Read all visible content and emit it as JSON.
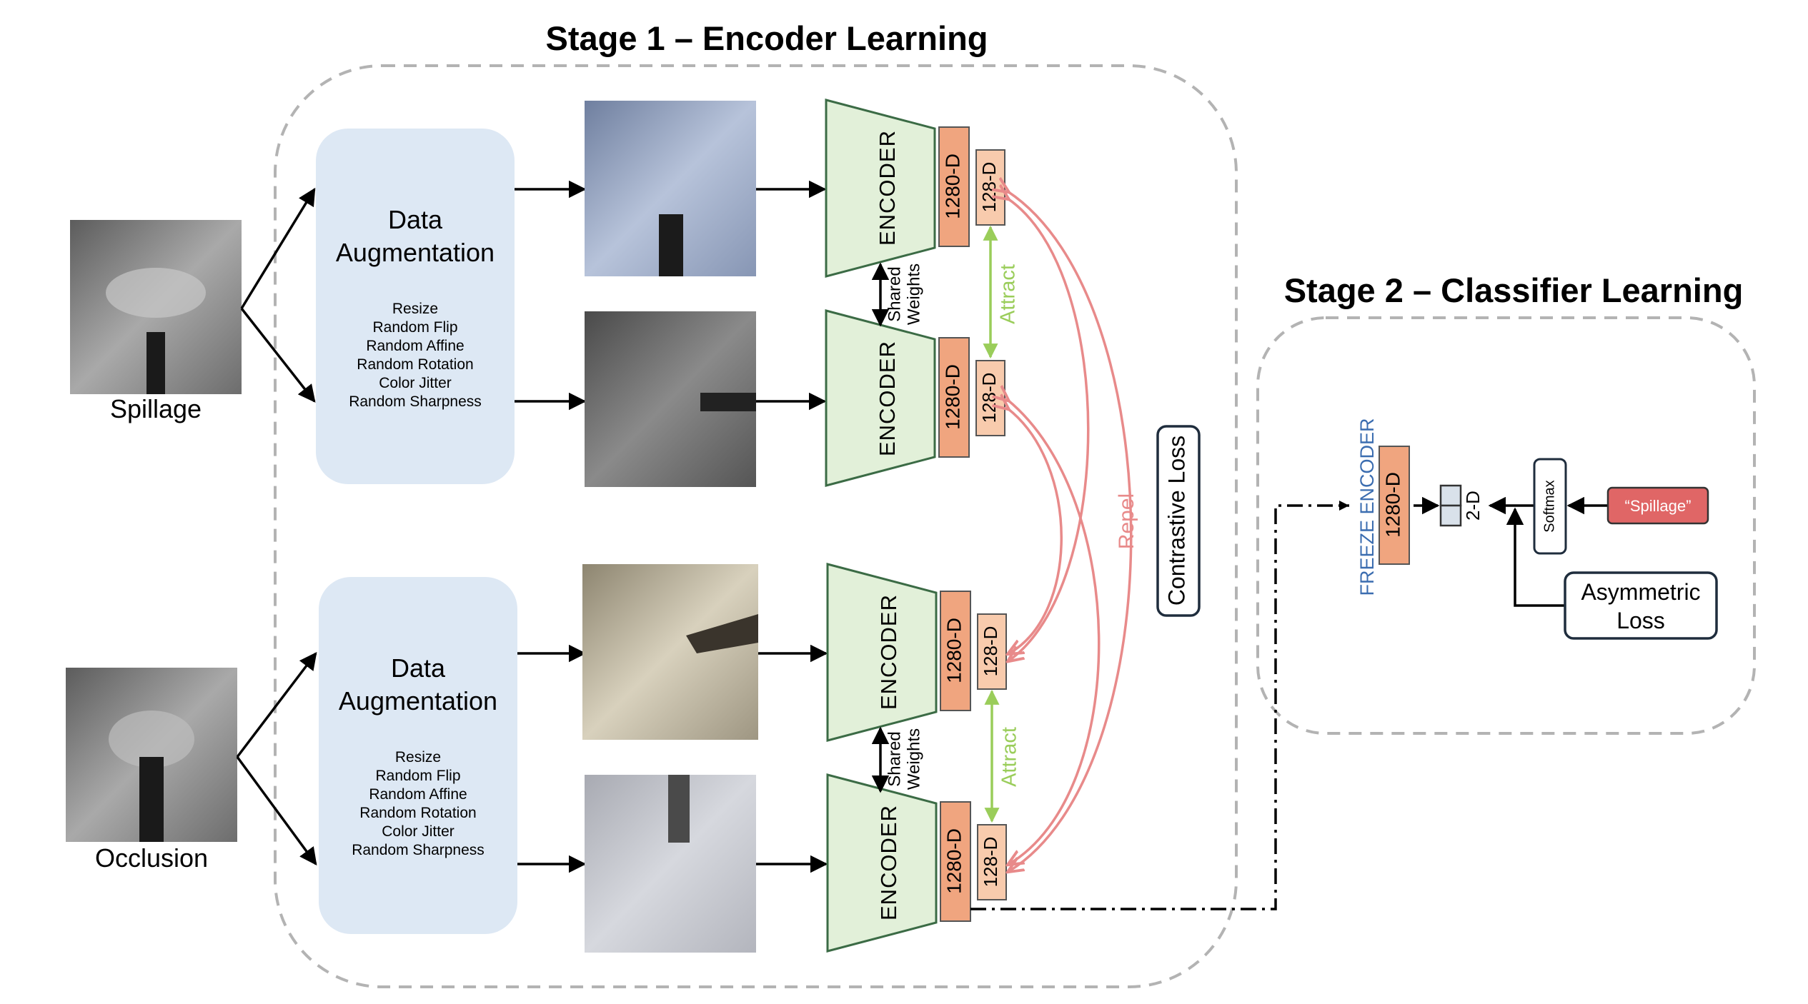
{
  "stage1": {
    "title": "Stage 1 – Encoder Learning",
    "augmentation": {
      "title_line1": "Data",
      "title_line2": "Augmentation",
      "steps": [
        "Resize",
        "Random Flip",
        "Random Affine",
        "Random Rotation",
        "Color Jitter",
        "Random Sharpness"
      ]
    },
    "inputs": {
      "top": "Spillage",
      "bottom": "Occlusion"
    },
    "encoder_label": "ENCODER",
    "feature_dim": "1280-D",
    "projection_dim": "128-D",
    "shared_line1": "Shared",
    "shared_line2": "Weights",
    "attract": "Attract",
    "repel": "Repel",
    "loss": "Contrastive Loss"
  },
  "stage2": {
    "title": "Stage 2 – Classifier Learning",
    "freeze": "FREEZE ENCODER",
    "feature_dim": "1280-D",
    "output_dim": "2-D",
    "softmax": "Softmax",
    "label_tag": "“Spillage”",
    "loss_line1": "Asymmetric",
    "loss_line2": "Loss"
  },
  "colors": {
    "encoder_fill": "#e2f0d9",
    "encoder_stroke": "#3b6b45",
    "feature_fill": "#f0a57f",
    "projection_fill": "#f8cbad",
    "aug_fill": "#dde8f4",
    "attract": "#9acd5a",
    "repel": "#e88a8a",
    "label_tag": "#e06666",
    "freeze_text": "#3b6db0"
  }
}
